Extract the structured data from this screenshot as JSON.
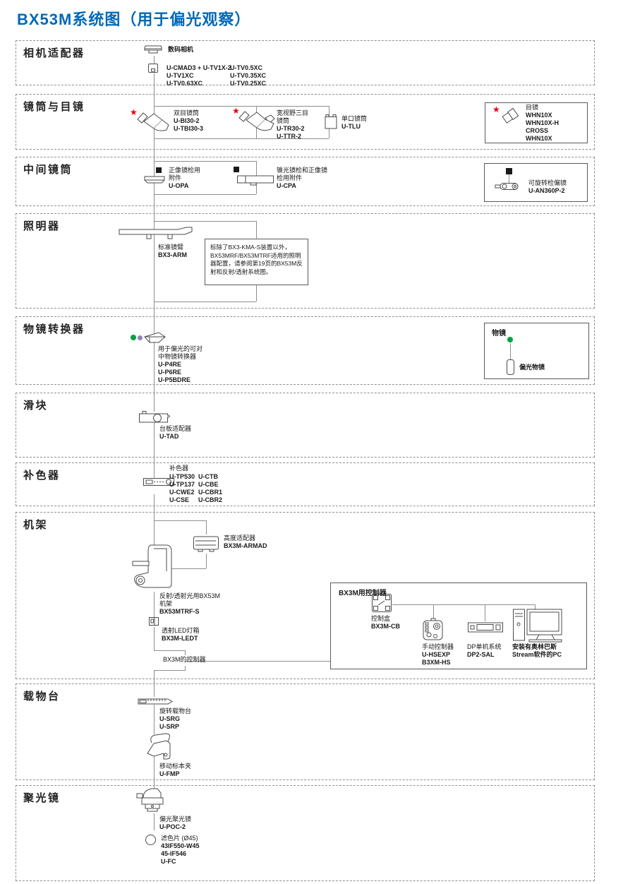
{
  "title": "BX53M系统图（用于偏光观察）",
  "colors": {
    "title_blue": "#0068b7",
    "star_red": "#e60012",
    "dot_green": "#00a33e",
    "dot_purple": "#8f82bc",
    "line_gray": "#8f8f8f"
  },
  "icons": {
    "star": "★"
  },
  "sections": {
    "camera": "相机适配器",
    "tube": "镜筒与目镜",
    "intermediate": "中间镜筒",
    "illuminator": "照明器",
    "nosepiece": "物镜转换器",
    "slider": "滑块",
    "compensator": "补色器",
    "frame": "机架",
    "stage": "载物台",
    "condenser": "聚光镜"
  },
  "items": {
    "digital_camera": "数码相机",
    "camera_col1": [
      "U-CMAD3 + U-TV1X-2",
      "U-TV1XC",
      "U-TV0.63XC"
    ],
    "camera_col2": [
      "U-TV0.5XC",
      "U-TV0.35XC",
      "U-TV0.25XC"
    ],
    "binocular": {
      "name": "双目镜筒",
      "codes": [
        "U-BI30-2",
        "U-TBI30-3"
      ]
    },
    "trinocular": {
      "names": [
        "宽视野三目",
        "镜筒"
      ],
      "codes": [
        "U-TR30-2",
        "U-TTR-2"
      ]
    },
    "mono": {
      "name": "单口镜筒",
      "code": "U-TLU"
    },
    "eyepiece": {
      "name": "目镜",
      "codes": [
        "WHN10X",
        "WHN10X-H",
        "CROSS",
        "WHN10X"
      ]
    },
    "opa": {
      "names": [
        "正像镜检用",
        "附件"
      ],
      "code": "U-OPA"
    },
    "cpa": {
      "names": [
        "锥光镜检和正像镜",
        "检用附件"
      ],
      "code": "U-CPA"
    },
    "analyzer": {
      "name": "可旋转检偏镜",
      "code": "U-AN360P-2"
    },
    "arm": {
      "name": "标准镜臂",
      "code": "BX3-ARM"
    },
    "note": "标除了BX3-KMA-S装置以外，BX53MRF/BX53MTRF适用的照明器配置，请参阅第19页的BX53M反射和反射/透射系统图。",
    "pol_nosepiece": {
      "names": [
        "用于偏光的可对",
        "中物镜转换器"
      ],
      "codes": [
        "U-P4RE",
        "U-P6RE",
        "U-P5BDRE"
      ]
    },
    "objective_box": {
      "title": "物镜",
      "item": "偏光物镜"
    },
    "tad": {
      "name": "台板适配器",
      "code": "U-TAD"
    },
    "compensator": {
      "title": "补色器",
      "col1": [
        "U-TP530",
        "U-TP137",
        "U-CWE2",
        "U-CSE"
      ],
      "col2": [
        "U-CTB",
        "U-CBE",
        "U-CBR1",
        "U-CBR2"
      ]
    },
    "armad": {
      "name": "高度适配器",
      "code": "BX3M-ARMAD"
    },
    "frame_unit": {
      "names": [
        "反射/透射光用BX53M",
        "机架"
      ],
      "code": "BX53MTRF-S"
    },
    "ledt": {
      "name": "透射LED灯箱",
      "code": "BX3M-LEDT"
    },
    "controller_ref": "BX3M的控制器",
    "controller": {
      "title": "BX3M用控制器",
      "cb": {
        "name": "控制盒",
        "code": "BX3M-CB"
      },
      "hand": {
        "name": "手动控制器",
        "codes": [
          "U-HSEXP",
          "B3XM-HS"
        ]
      },
      "dp": {
        "name": "DP单机系统",
        "code": "DP2-SAL"
      },
      "pc": {
        "lines": [
          "安装有奥林巴斯",
          "Stream软件的PC"
        ]
      }
    },
    "stage_rot": {
      "name": "旋转载物台",
      "codes": [
        "U-SRG",
        "U-SRP"
      ]
    },
    "fmp": {
      "name": "移动标本夹",
      "code": "U-FMP"
    },
    "poc": {
      "name": "偏光聚光镜",
      "code": "U-POC-2"
    },
    "filters": {
      "name": "滤色片 (Ø45)",
      "codes": [
        "43IF550-W45",
        "45-IF546",
        "U-FC"
      ]
    }
  }
}
